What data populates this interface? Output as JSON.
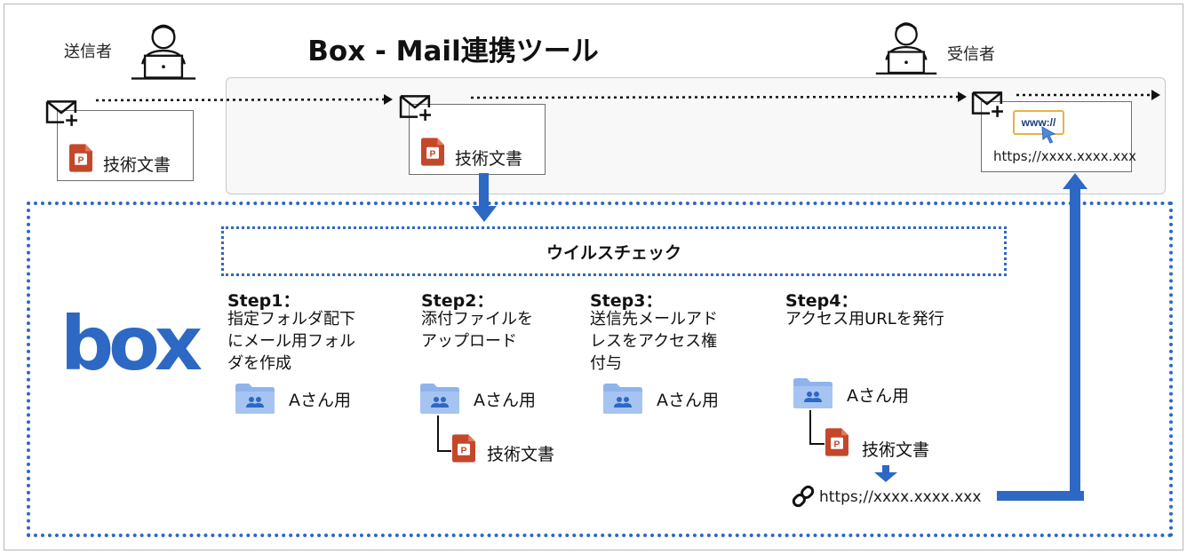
{
  "title": "Box - Mail連携ツール",
  "sender_label": "送信者",
  "receiver_label": "受信者",
  "attachment_name": "技術文書",
  "received_url": "https;//xxxx.xxxx.xxx",
  "url_badge": "www://",
  "virus_check": "ウイルスチェック",
  "brand": "box",
  "steps": [
    {
      "title": "Step1：",
      "desc": "指定フォルダ配下\nにメール用フォル\nダを作成"
    },
    {
      "title": "Step2：",
      "desc": "添付ファイルを\nアップロード"
    },
    {
      "title": "Step3：",
      "desc": "送信先メールアド\nレスをアクセス権\n付与"
    },
    {
      "title": "Step4：",
      "desc": "アクセス用URLを発行"
    }
  ],
  "folder_label": "Aさん用",
  "file_label": "技術文書",
  "issued_url": "https;//xxxx.xxxx.xxx",
  "colors": {
    "accent_blue": "#2d68c4",
    "ppt_red": "#c4472a",
    "folder_blue": "#8fb4ec"
  },
  "icons": [
    "person-laptop-icon",
    "mail-add-icon",
    "powerpoint-file-icon",
    "folder-shared-icon",
    "link-icon",
    "cursor-icon"
  ]
}
